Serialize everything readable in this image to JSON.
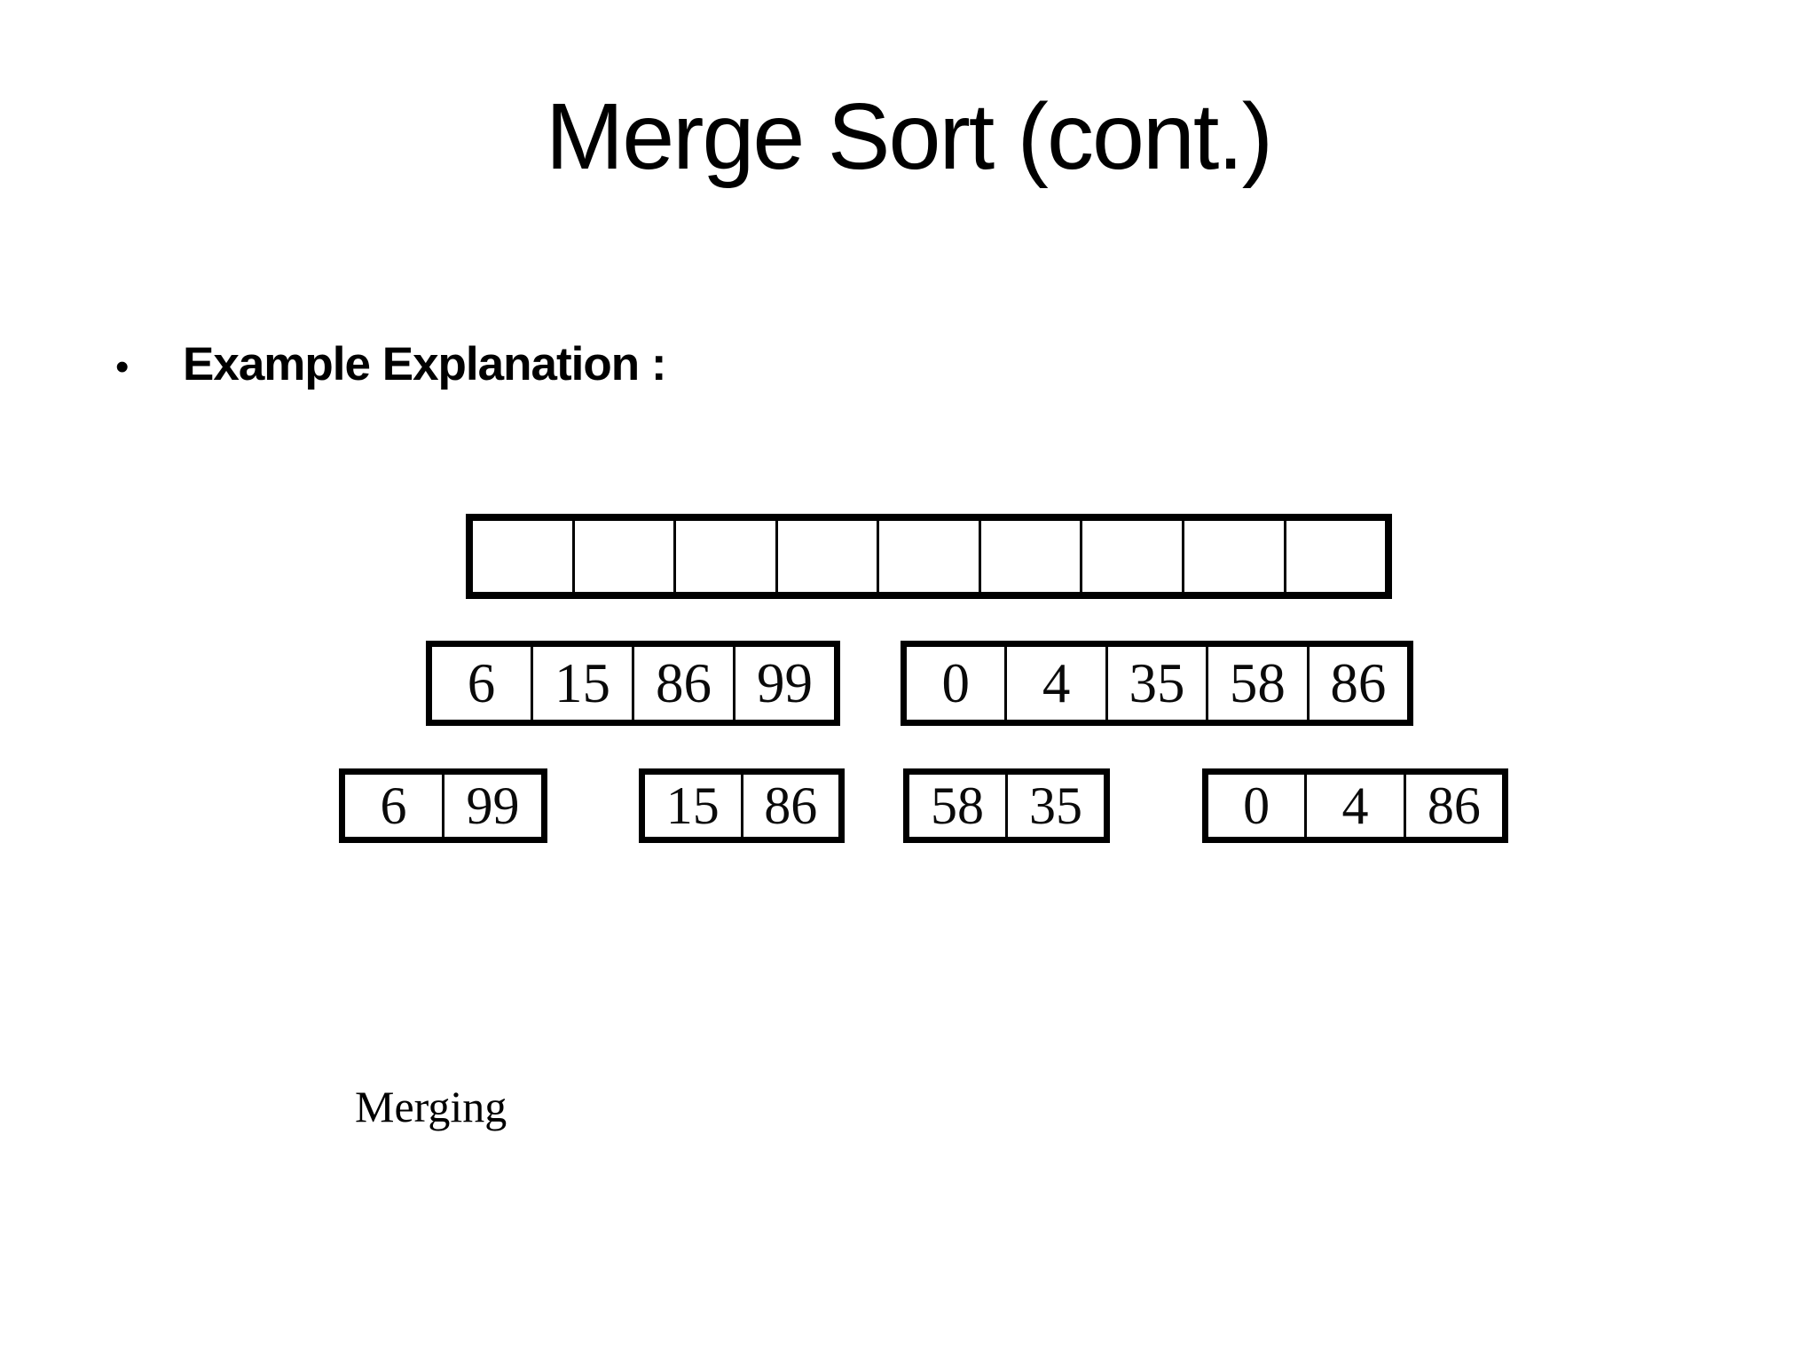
{
  "slide": {
    "title": "Merge Sort (cont.)",
    "bullet_marker": "•",
    "bullet_text": "Example Explanation :",
    "caption": "Merging"
  },
  "diagram": {
    "arrays": [
      {
        "name": "merged-target-array",
        "cells": [
          "",
          "",
          "",
          "",
          "",
          "",
          "",
          "",
          ""
        ]
      },
      {
        "name": "left-sorted-run",
        "cells": [
          "6",
          "15",
          "86",
          "99"
        ]
      },
      {
        "name": "right-sorted-run",
        "cells": [
          "0",
          "4",
          "35",
          "58",
          "86"
        ]
      },
      {
        "name": "pair-1",
        "cells": [
          "6",
          "99"
        ]
      },
      {
        "name": "pair-2",
        "cells": [
          "15",
          "86"
        ]
      },
      {
        "name": "pair-3",
        "cells": [
          "58",
          "35"
        ]
      },
      {
        "name": "triple-4",
        "cells": [
          "0",
          "4",
          "86"
        ]
      }
    ]
  }
}
